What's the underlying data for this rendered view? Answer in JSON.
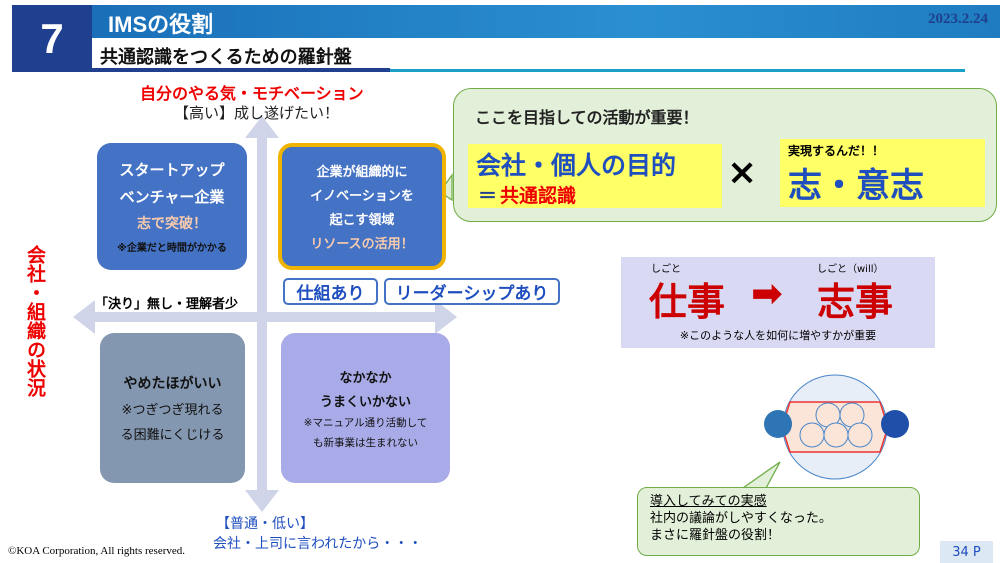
{
  "header": {
    "number": "7",
    "title": "IMSの役割",
    "date": "2023.2.24",
    "subtitle": "共通認識をつくるための羅針盤"
  },
  "axes": {
    "top_title": "自分のやる気・モチベーション",
    "top_sub": "【高い】成し遂げたい！",
    "left_title": "会社・組織の状況",
    "left_label": "「決り」無し・理解者少",
    "bottom_title": "【普通・低い】",
    "bottom_sub": "会社・上司に言われたから・・・",
    "tag1": "仕組あり",
    "tag2": "リーダーシップあり"
  },
  "quadrants": {
    "top_left": {
      "l1": "スタートアップ",
      "l2": "ベンチャー企業",
      "l3": "志で突破！",
      "l4": "※企業だと時間がかかる"
    },
    "top_right": {
      "l1": "企業が組織的に",
      "l2": "イノベーションを",
      "l3": "起こす領域",
      "l4": "リソースの活用！"
    },
    "bottom_left": {
      "l1": "やめたほがいい",
      "l2": "※つぎつぎ現れる",
      "l3": "る困難にくじける"
    },
    "bottom_right": {
      "l1": "なかなか",
      "l2": "うまくいかない",
      "l3": "※マニュアル通り活動して",
      "l4": "も新事業は生まれない"
    }
  },
  "callout": {
    "heading": "ここを目指しての活動が重要！",
    "purpose": "会社・個人の目的",
    "eq": "＝",
    "common": "共通認識",
    "times": "×",
    "small": "実現するんだ！！",
    "will": "志・意志"
  },
  "shigoto": {
    "ruby1": "しごと",
    "word1": "仕事",
    "ruby2": "しごと（will）",
    "word2": "志事",
    "note": "※このような人を如何に増やすかが重要"
  },
  "impression": {
    "title": "導入してみての実感",
    "l1": "社内の議論がしやすくなった。",
    "l2": "まさに羅針盤の役割！"
  },
  "footer": {
    "copyright": "©KOA Corporation, All rights reserved.",
    "page": "34 P"
  },
  "colors": {
    "navy": "#1f3f8f",
    "blue": "#4472c4",
    "red": "#e00000",
    "yellow": "#ffff66",
    "green_bg": "#e2f0d9"
  }
}
